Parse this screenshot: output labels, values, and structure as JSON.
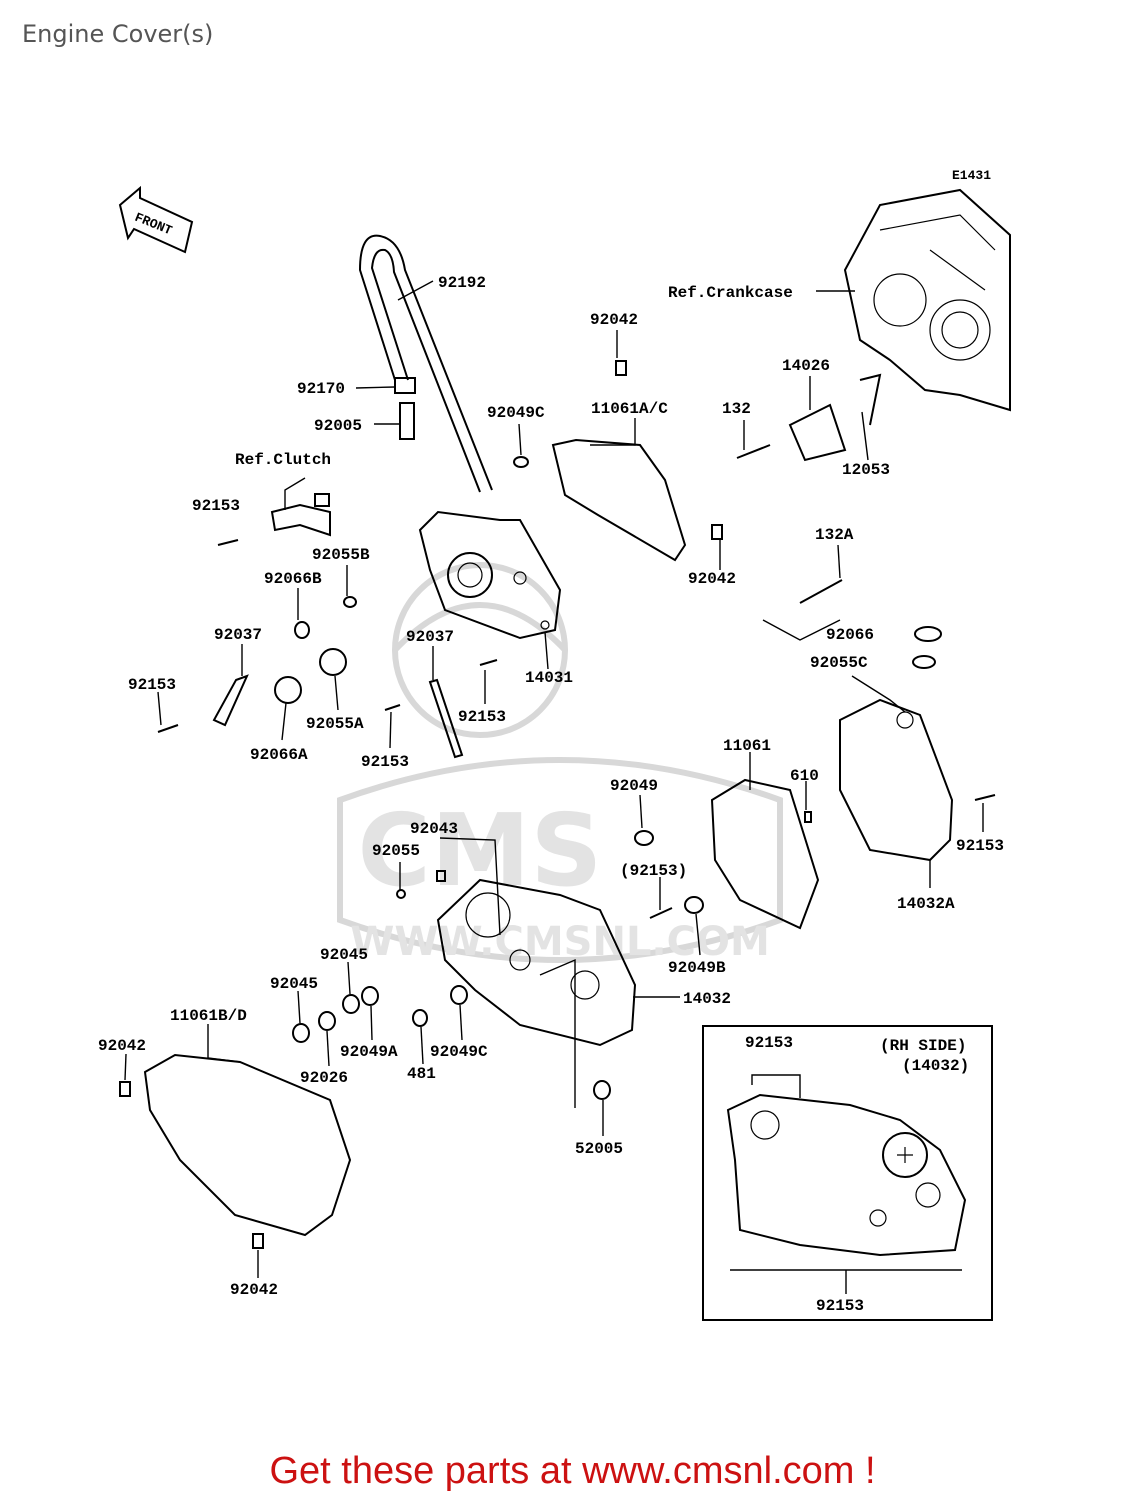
{
  "page": {
    "title": "Engine Cover(s)"
  },
  "diagram": {
    "code": "E1431",
    "front_label": "FRONT",
    "ref_crankcase": "Ref.Crankcase",
    "ref_clutch": "Ref.Clutch",
    "inset": {
      "title": "(RH SIDE)",
      "subtitle": "(14032)"
    },
    "watermark": {
      "logo": "CMS",
      "url": "WWW.CMSNL.COM"
    },
    "callouts": [
      "92192",
      "92042",
      "92170",
      "92005",
      "92049C",
      "11061A/C",
      "14026",
      "132",
      "12053",
      "92153",
      "92055B",
      "92066B",
      "92042",
      "132A",
      "92037",
      "92037",
      "14031",
      "92066",
      "92055C",
      "92153",
      "92153",
      "92055A",
      "92066A",
      "92153",
      "92153",
      "11061",
      "610",
      "92049",
      "92043",
      "92055",
      "(92153)",
      "92153",
      "14032A",
      "92045",
      "92049B",
      "92045",
      "14032",
      "11061B/D",
      "92049A",
      "92049C",
      "92042",
      "92026",
      "481",
      "52005",
      "92153",
      "92153",
      "92042"
    ]
  },
  "footer": {
    "cta": "Get these parts at www.cmsnl.com !"
  }
}
